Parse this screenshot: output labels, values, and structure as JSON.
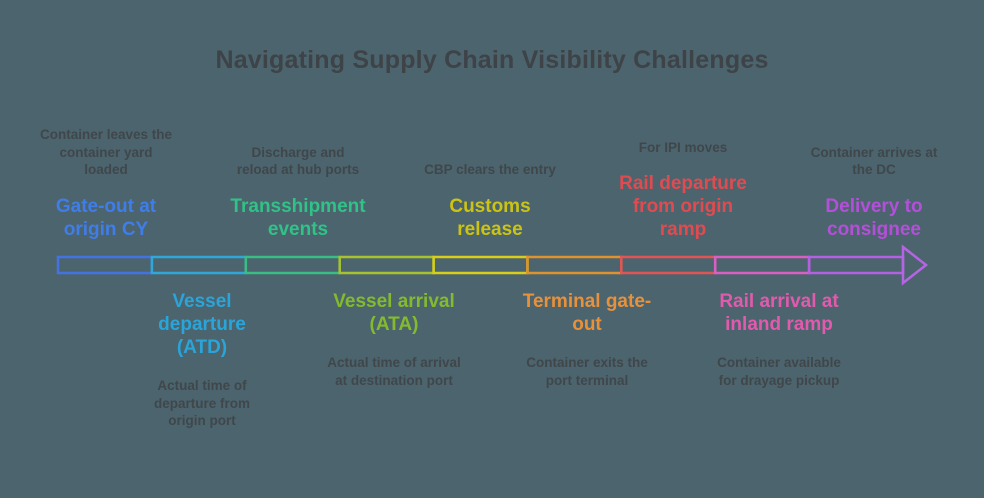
{
  "title": "Navigating Supply Chain Visibility Challenges",
  "background_color": "#4c646e",
  "title_color": "#3d4347",
  "description_color": "#3f474b",
  "milestones": [
    {
      "title": "Gate-out at\norigin CY",
      "description": "Container leaves the\ncontainer yard\nloaded",
      "color": "#3f7de8",
      "side": "above"
    },
    {
      "title": "Vessel\ndeparture\n(ATD)",
      "description": "Actual time of\ndeparture from\norigin port",
      "color": "#29a5da",
      "side": "below"
    },
    {
      "title": "Transshipment\nevents",
      "description": "Discharge and\nreload at hub ports",
      "color": "#30c287",
      "side": "above"
    },
    {
      "title": "Vessel arrival\n(ATA)",
      "description": "Actual time of arrival\nat destination port",
      "color": "#84bb2e",
      "side": "below"
    },
    {
      "title": "Customs\nrelease",
      "description": "CBP clears the entry",
      "color": "#cbc414",
      "side": "above"
    },
    {
      "title": "Terminal gate-\nout",
      "description": "Container exits the\nport terminal",
      "color": "#e8913a",
      "side": "below"
    },
    {
      "title": "Rail departure\nfrom origin\nramp",
      "description": "For IPI moves",
      "color": "#e14b50",
      "side": "above"
    },
    {
      "title": "Rail arrival at\ninland ramp",
      "description": "Container available\nfor drayage pickup",
      "color": "#e25aad",
      "side": "below"
    },
    {
      "title": "Delivery to\nconsignee",
      "description": "Container arrives at\nthe DC",
      "color": "#b44fd9",
      "side": "above"
    }
  ],
  "timeline": {
    "segment_colors": [
      "#4472e1",
      "#2fa8d8",
      "#3abc85",
      "#a8c12f",
      "#d8cd18",
      "#df9330",
      "#e05556",
      "#d95fc2",
      "#b460e2"
    ],
    "arrow_color": "#b564e4"
  }
}
